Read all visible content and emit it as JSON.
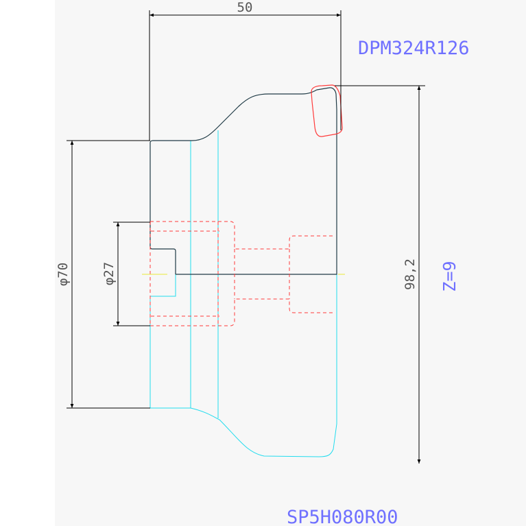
{
  "drawing": {
    "background": "#f7f7f7",
    "colors": {
      "outline": "#1f3a45",
      "dimension": "#000000",
      "dim_text": "#555555",
      "hidden": "#ff3b3b",
      "cyan": "#22dcee",
      "label": "#6f70ff",
      "centerline": "#e8e83a"
    },
    "dims": {
      "width": "50",
      "height": "98,2",
      "outer_dia": "φ70",
      "inner_dia": "φ27"
    },
    "labels": {
      "part_code": "DPM324R126",
      "teeth": "Z=9",
      "body_code": "SP5H080R00"
    }
  }
}
